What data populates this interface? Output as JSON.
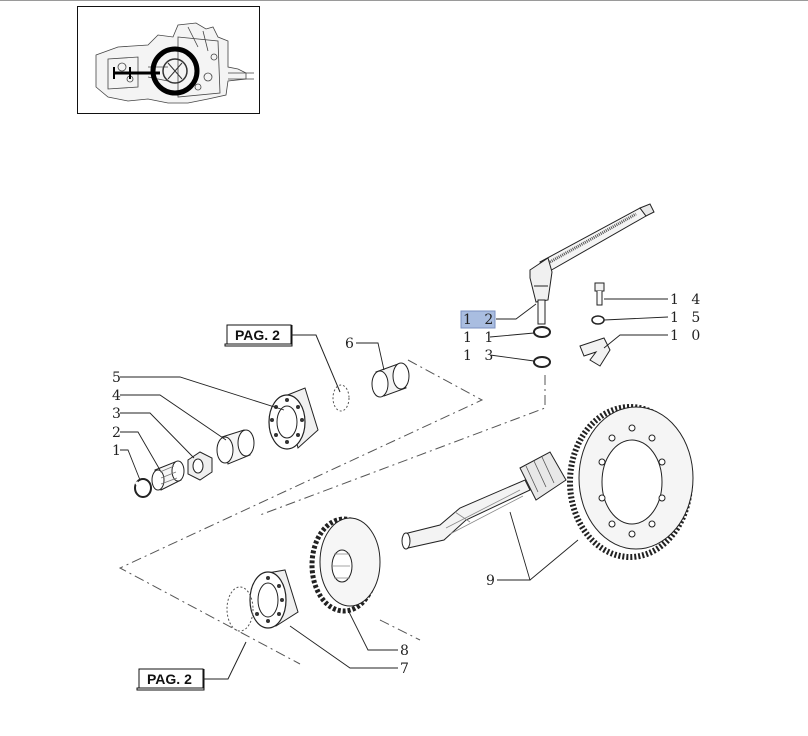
{
  "page_refs": {
    "upper": "PAG. 2",
    "lower": "PAG. 2"
  },
  "callouts": {
    "c1": "1",
    "c2": "2",
    "c3": "3",
    "c4": "4",
    "c5": "5",
    "c6": "6",
    "c7": "7",
    "c8": "8",
    "c9": "9",
    "c10": "1 0",
    "c11": "1 1",
    "c12": "1 2",
    "c13": "1 3",
    "c14": "1 4",
    "c15": "1 5"
  },
  "highlight_color": "#a9bde0"
}
